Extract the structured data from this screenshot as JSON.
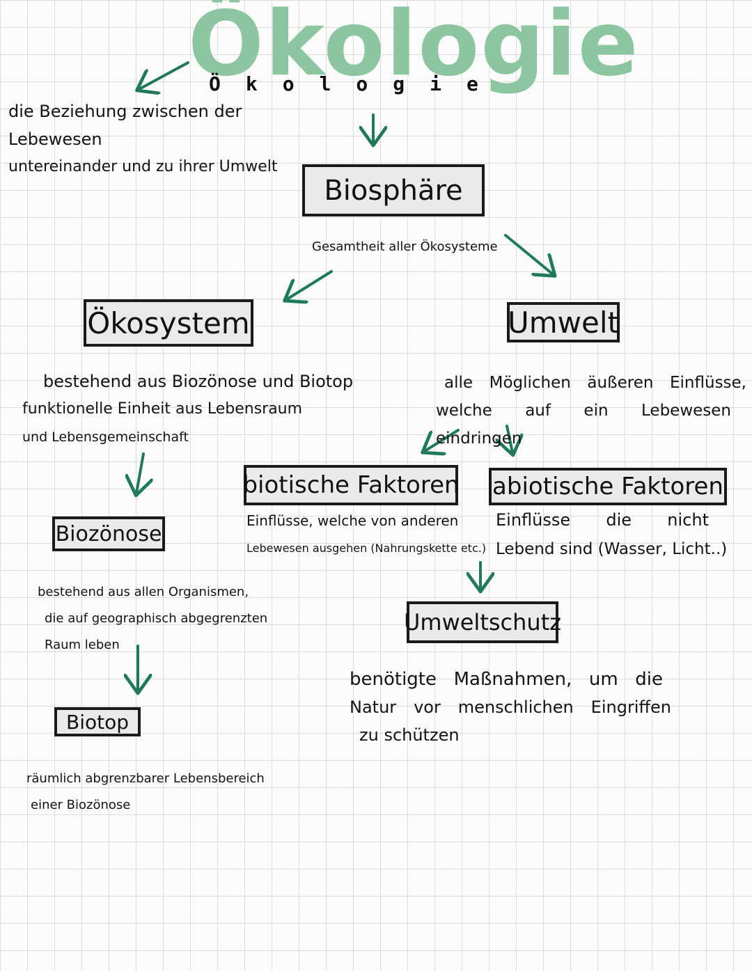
{
  "title": "Ökologie",
  "title_spaced": "Ökologie",
  "definition": {
    "line1": "die Beziehung zwischen der Lebewesen",
    "line2": "untereinander und zu ihrer Umwelt"
  },
  "biosphaere": {
    "label": "Biosphäre",
    "description": "Gesamtheit aller Ökosysteme"
  },
  "oekosystem": {
    "label": "Ökosystem",
    "line1": "bestehend aus Biozönose und Biotop",
    "line2": "funktionelle Einheit aus Lebensraum",
    "line3": "und Lebensgemeinschaft"
  },
  "biozoenose": {
    "label": "Biozönose",
    "line1": "bestehend aus allen Organismen,",
    "line2": "die auf geographisch abgegrenzten",
    "line3": "Raum leben"
  },
  "biotop": {
    "label": "Biotop",
    "line1": "räumlich abgrenzbarer Lebensbereich",
    "line2": "einer Biozönose"
  },
  "umwelt": {
    "label": "Umwelt",
    "line1": "alle Möglichen äußeren Einflüsse,",
    "line2": "welche auf ein Lebewesen eindringen"
  },
  "biotische_faktoren": {
    "label": "biotische Faktoren",
    "line1": "Einflüsse, welche von anderen",
    "line2": "Lebewesen ausgehen (Nahrungskette etc.)"
  },
  "abiotische_faktoren": {
    "label": "abiotische Faktoren",
    "line1": "Einflüsse die nicht",
    "line2": "Lebend sind (Wasser, Licht..)"
  },
  "umweltschutz": {
    "label": "Umweltschutz",
    "line1": "benötigte Maßnahmen, um die",
    "line2": "Natur vor menschlichen Eingriffen",
    "line3": "zu schützen"
  },
  "colors": {
    "title": "#8cc6a0",
    "arrow_green": "#1e7a5a",
    "ink": "#141414",
    "box_fill": "#eaeaea"
  }
}
